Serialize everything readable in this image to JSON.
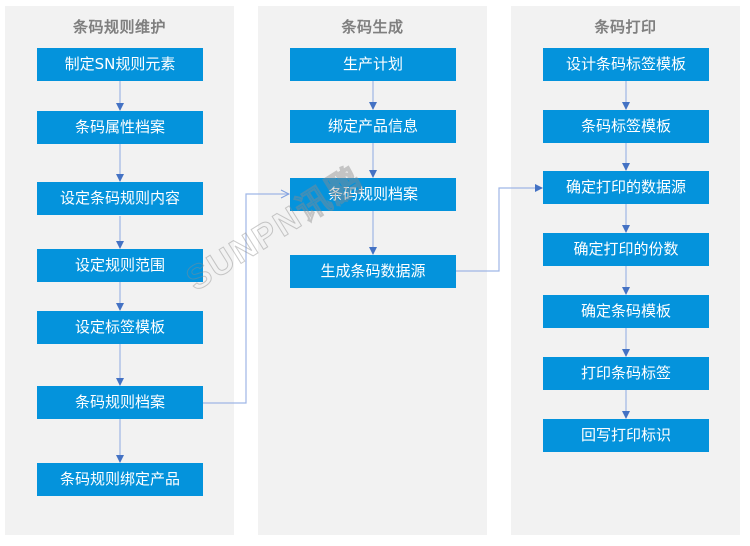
{
  "columns": [
    {
      "title": "条码规则维护",
      "steps": [
        "制定SN规则元素",
        "条码属性档案",
        "设定条码规则内容",
        "设定规则范围",
        "设定标签模板",
        "条码规则档案",
        "条码规则绑定产品"
      ]
    },
    {
      "title": "条码生成",
      "steps": [
        "生产计划",
        "绑定产品信息",
        "条码规则档案",
        "生成条码数据源"
      ]
    },
    {
      "title": "条码打印",
      "steps": [
        "设计条码标签模板",
        "条码标签模板",
        "确定打印的数据源",
        "确定打印的份数",
        "确定条码模板",
        "打印条码标签",
        "回写打印标识"
      ]
    }
  ],
  "watermark": "SUNPN讯鹏",
  "colors": {
    "panel_bg": "#f2f2f2",
    "box_fill": "#0493dc",
    "box_text": "#ffffff",
    "title_text": "#7f7f7f",
    "connector_line": "#9fb6e6",
    "arrowhead": "#4472c4"
  }
}
